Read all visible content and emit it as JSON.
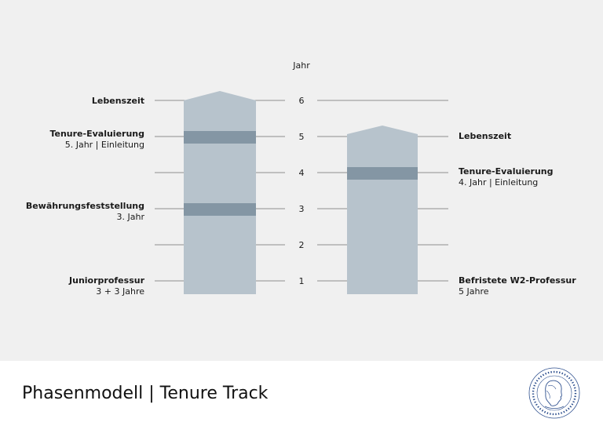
{
  "axis": {
    "title": "Jahr",
    "ticks": [
      "1",
      "2",
      "3",
      "4",
      "5",
      "6"
    ]
  },
  "left_labels": [
    {
      "title": "Lebenszeit",
      "sub": ""
    },
    {
      "title": "Tenure-Evaluierung",
      "sub": "5. Jahr | Einleitung"
    },
    {
      "title": "Bewährungsfeststellung",
      "sub": "3. Jahr"
    },
    {
      "title": "Juniorprofessur",
      "sub": "3 + 3 Jahre"
    }
  ],
  "right_labels": [
    {
      "title": "Lebenszeit",
      "sub": ""
    },
    {
      "title": "Tenure-Evaluierung",
      "sub": "4. Jahr | Einleitung"
    },
    {
      "title": "Befristete W2-Professur",
      "sub": "5 Jahre"
    }
  ],
  "footer": {
    "title": "Phasenmodell | Tenure Track"
  },
  "logo": {
    "text": "HUMBOLDT-UNIVERSITÄT ZU BERLIN"
  },
  "colors": {
    "column": "#b7c3cc",
    "band": "#8496a4",
    "background": "#f0f0f0",
    "line": "#6e6e6e"
  },
  "chart_data": {
    "type": "diagram",
    "columns": [
      {
        "name": "Juniorprofessur",
        "years": 6,
        "bands_at_year": [
          3,
          5
        ],
        "top": "Lebenszeit"
      },
      {
        "name": "Befristete W2-Professur",
        "years": 5,
        "bands_at_year": [
          4
        ],
        "top": "Lebenszeit"
      }
    ]
  }
}
